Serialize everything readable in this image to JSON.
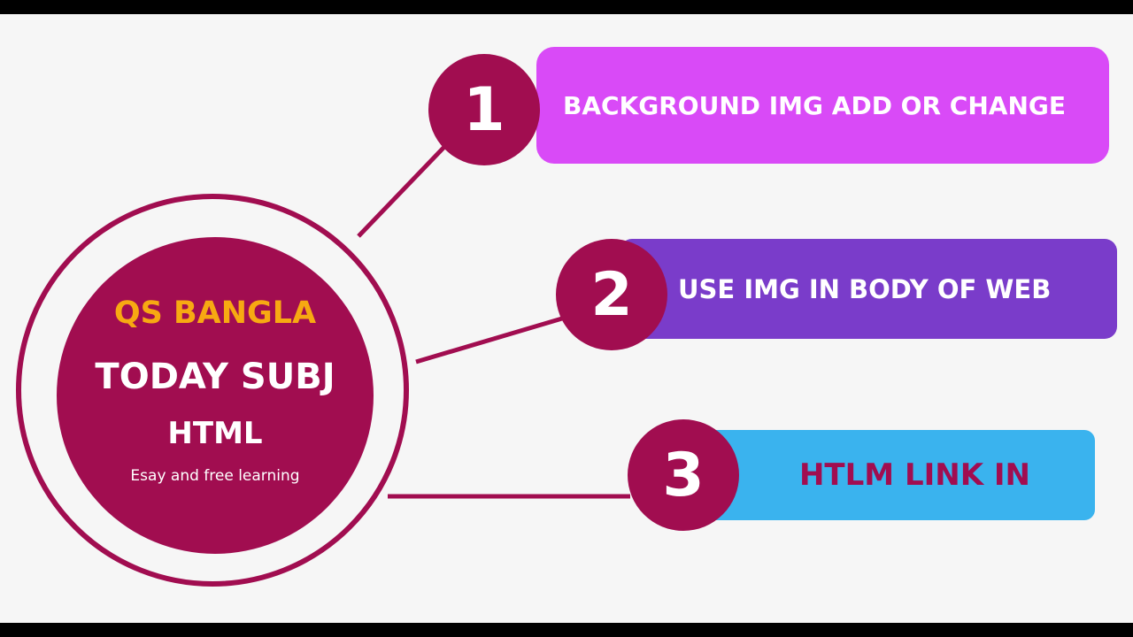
{
  "center": {
    "brand": "QS BANGLA",
    "subject": "TODAY SUBJ",
    "topic": "HTML",
    "tagline": "Esay and free learning"
  },
  "items": [
    {
      "number": "1",
      "label": "BACKGROUND IMG ADD OR CHANGE"
    },
    {
      "number": "2",
      "label": "USE IMG IN BODY OF WEB"
    },
    {
      "number": "3",
      "label": "HTLM LINK IN"
    }
  ],
  "colors": {
    "primary": "#a10d50",
    "brand_text": "#f7a912",
    "item_1_bg": "#d94af7",
    "item_2_bg": "#7a3cca",
    "item_3_bg": "#3ab3ee",
    "background": "#f6f6f6",
    "frame": "#000000"
  }
}
